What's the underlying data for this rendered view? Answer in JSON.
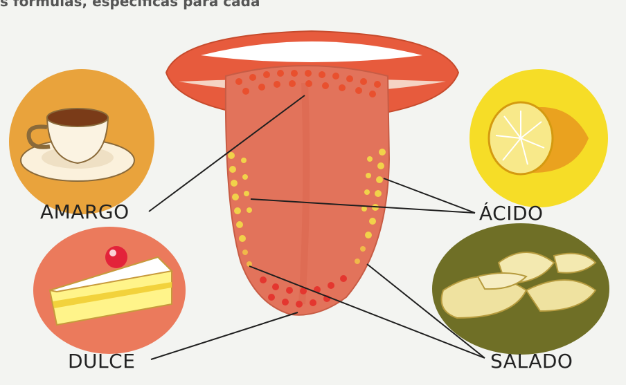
{
  "header_fragment": "s fórmulas, específicas para cada",
  "labels": {
    "bitter": "AMARGO",
    "sour": "ÁCIDO",
    "sweet": "DULCE",
    "salty": "SALADO"
  },
  "foods": {
    "bitter": "coffee-cup",
    "sour": "lemon-half",
    "sweet": "cake-slice",
    "salty": "potato-chips"
  },
  "colors": {
    "background": "#f3f4f1",
    "lips": "#e75b3d",
    "tongue": "#e2735b",
    "bitter_dots": "#e9502e",
    "sour_dots": "#f1d24a",
    "salty_dots": "#f0b94a",
    "sweet_dots": "#e4362f",
    "coffee_bg": "#e9a33c",
    "lemon_bg": "#f6dd27",
    "cake_bg": "#eb7a5c",
    "chips_bg": "#6f6f26"
  }
}
